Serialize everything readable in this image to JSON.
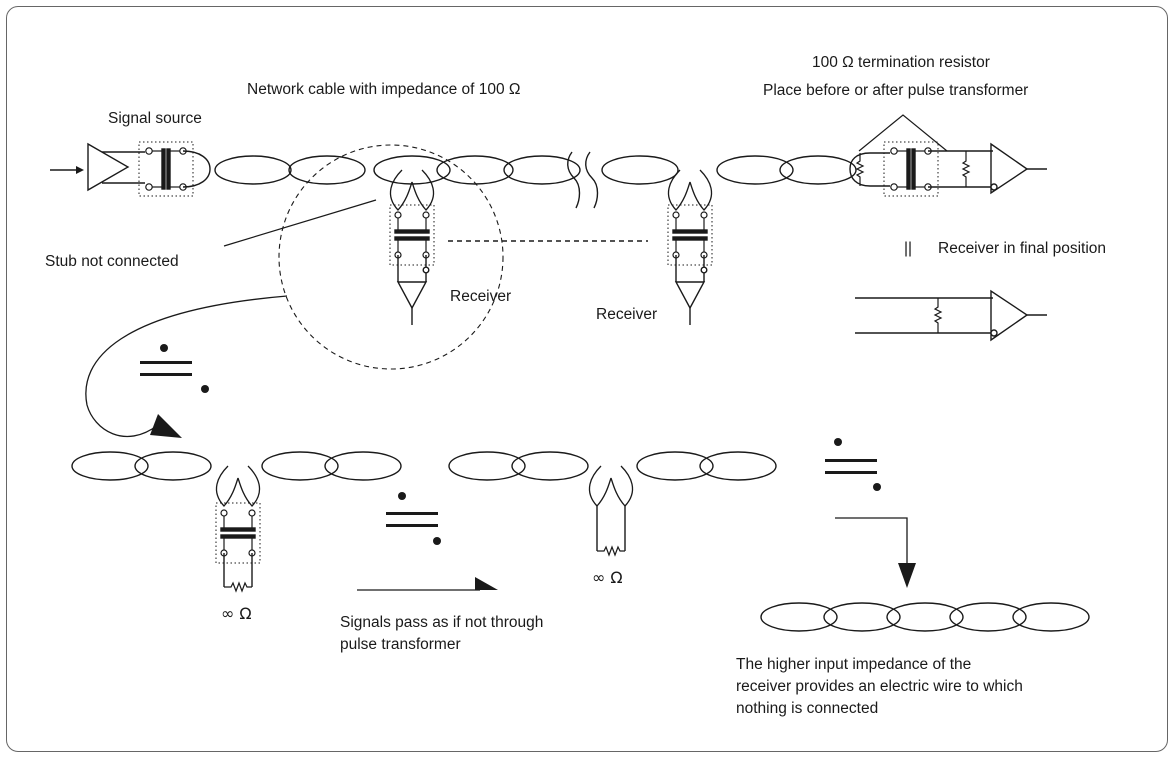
{
  "labels": {
    "signal_source": "Signal source",
    "network_cable": "Network cable with impedance of 100 Ω",
    "termination_resistor": "100 Ω termination resistor",
    "place_before_after": "Place before or after pulse transformer",
    "stub_not_connected": "Stub not connected",
    "receiver_mid": "Receiver",
    "receiver_right": "Receiver",
    "equivalence_mark": "||",
    "receiver_final": "Receiver in final position",
    "infinity_ohm_left": "∞ Ω",
    "infinity_ohm_mid": "∞ Ω",
    "signals_pass": [
      "Signals pass as if not through",
      "pulse transformer"
    ],
    "higher_impedance": [
      "The higher input impedance of the",
      "receiver provides an electric wire to which",
      "nothing is connected"
    ]
  },
  "colors": {
    "line": "#1a1a1a",
    "frame": "#666666",
    "background": "#ffffff"
  }
}
